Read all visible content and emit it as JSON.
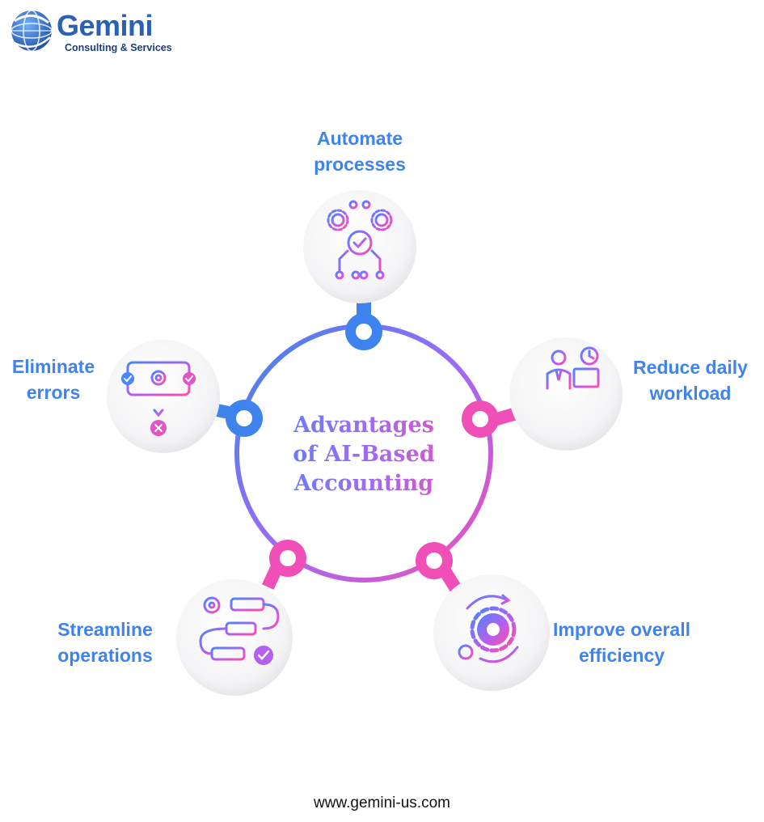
{
  "brand": {
    "name": "Gemini",
    "tagline": "Consulting & Services",
    "name_color": "#2b61b4"
  },
  "diagram": {
    "title_line1": "Advantages",
    "title_line2": "of AI-Based",
    "title_line3": "Accounting",
    "colors": {
      "blue": "#3f84ee",
      "violet": "#9b6cf5",
      "pink": "#f04fb8",
      "label": "#3f84ee"
    },
    "items": [
      {
        "line1": "Automate",
        "line2": "processes",
        "icon": "circuit-gears-check-icon"
      },
      {
        "line1": "Reduce daily",
        "line2": "workload",
        "icon": "worker-at-desk-icon"
      },
      {
        "line1": "Improve overall",
        "line2": "efficiency",
        "icon": "gear-cycle-growth-icon"
      },
      {
        "line1": "Streamline",
        "line2": "operations",
        "icon": "workflow-steps-icon"
      },
      {
        "line1": "Eliminate",
        "line2": "errors",
        "icon": "error-flow-icon"
      }
    ]
  },
  "footer": {
    "url": "www.gemini-us.com"
  }
}
